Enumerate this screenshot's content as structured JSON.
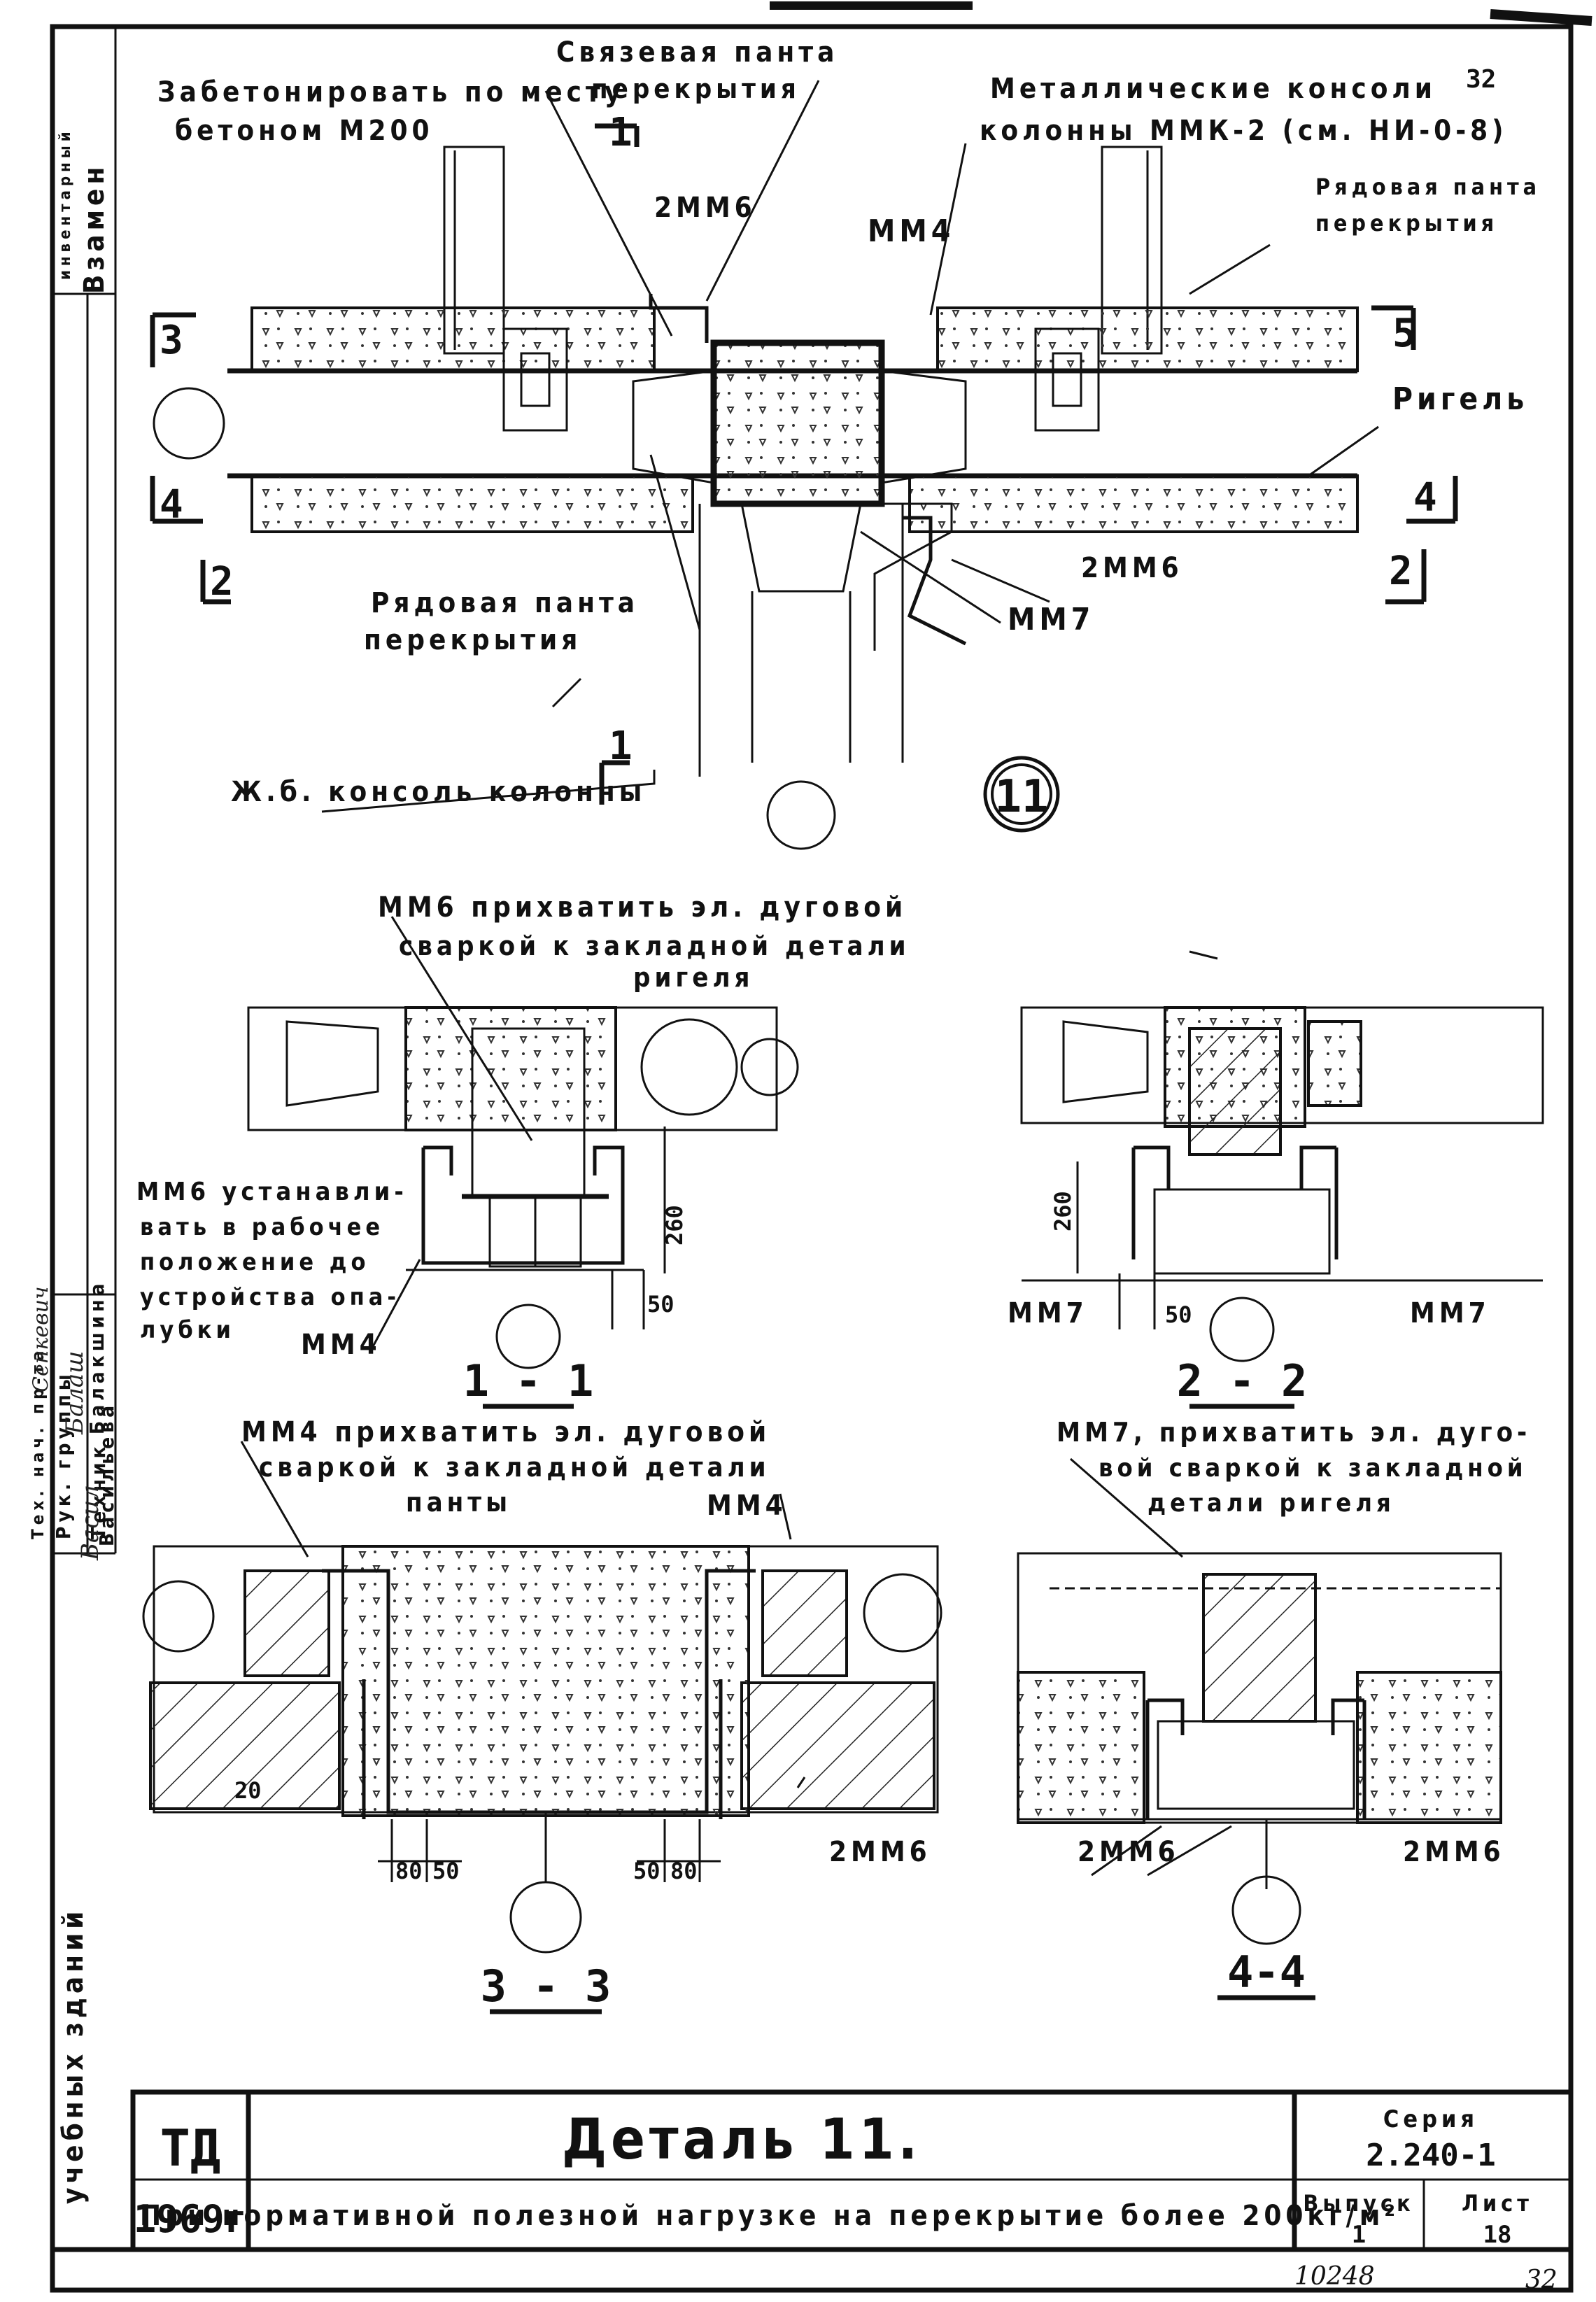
{
  "top_labels": {
    "concrete_note_1": "Забетонировать по месту",
    "concrete_note_2": "бетоном М200",
    "tie_panel_1": "Связевая панта",
    "tie_panel_2": "перекрытия",
    "metal_console_1": "Металлические консоли",
    "metal_console_2": "колонны ММК-2 (см. НИ-0-8)",
    "row_panel_right_1": "Рядовая панта",
    "row_panel_right_2": "перекрытия",
    "rigel": "Ригель",
    "row_panel_left_1": "Рядовая панта",
    "row_panel_left_2": "перекрытия",
    "rc_console": "Ж.б. консоль колонны",
    "mm6_a": "2ММ6",
    "mm4_a": "ММ4",
    "mm6_b": "2ММ6",
    "mm7_a": "ММ7",
    "cut_1": "1",
    "cut_2": "2",
    "cut_3": "3",
    "cut_4": "4",
    "cut_5": "5",
    "sheet_no_small": "32",
    "detail_marker": "11"
  },
  "section_1_1": {
    "note_mm6_1": "ММ6 прихватить эл. дуговой",
    "note_mm6_2": "сваркой к закладной детали",
    "note_mm6_3": "ригеля",
    "left_note_1": "ММ6 устанавли-",
    "left_note_2": "вать в рабочее",
    "left_note_3": "положение до",
    "left_note_4": "устройства опа-",
    "left_note_5": "лубки",
    "mm4": "ММ4",
    "dim_260": "260",
    "dim_50": "50",
    "title": "1 - 1"
  },
  "section_2_2": {
    "dim_260": "260",
    "dim_50": "50",
    "mm7_left": "ММ7",
    "mm7_right": "ММ7",
    "title": "2 - 2"
  },
  "section_3_3": {
    "note_1": "ММ4 прихватить эл. дуговой",
    "note_2": "сваркой к закладной детали",
    "note_3": "панты",
    "mm4": "ММ4",
    "dim_20": "20",
    "dim_80a": "80",
    "dim_50a": "50",
    "dim_50b": "50",
    "dim_80b": "80",
    "mm6": "2ММ6",
    "title": "3 - 3"
  },
  "section_4_4": {
    "note_1": "ММ7, прихватить эл. дуго-",
    "note_2": "вой сваркой к закладной",
    "note_3": "детали ригеля",
    "mm6_left": "2ММ6",
    "mm6_right": "2ММ6",
    "title": "4-4"
  },
  "side_strip": {
    "vzamen": "Взамен",
    "top_small": "инвентарный",
    "rows": [
      "Тех. нач. пр-та",
      "Рук. группы",
      "Техник"
    ],
    "names": [
      "Балакшина",
      "Васильева"
    ],
    "signs": [
      "Сенкевич",
      "Балаш",
      "Васил"
    ],
    "bottom": "учебных зданий"
  },
  "title_block": {
    "td": "ТД",
    "year": "1969г",
    "title": "Деталь 11.",
    "subtitle": "При нормативной полезной нагрузке на перекрытие более 200кг/м²",
    "seria_label": "Серия",
    "seria_value": "2.240-1",
    "vypusk_label": "Выпуск",
    "vypusk_value": "1",
    "list_label": "Лист",
    "list_value": "18"
  },
  "footer": {
    "inv_number": "10248",
    "page_number": "32"
  }
}
